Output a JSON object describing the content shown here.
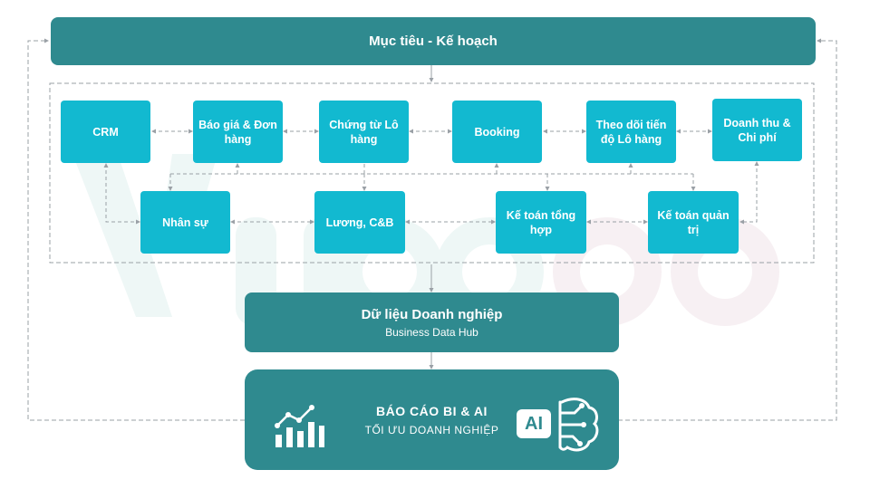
{
  "goals": {
    "label": "Mục tiêu - Kế hoạch"
  },
  "modules": {
    "crm": "CRM",
    "quote": "Báo giá & Đơn hàng",
    "vouchers": "Chứng từ Lô hàng",
    "booking": "Booking",
    "tracking": "Theo dõi tiến độ Lô hàng",
    "revenue": "Doanh thu & Chi phí",
    "hr": "Nhân sự",
    "payroll": "Lương, C&B",
    "gl": "Kế toán tổng hợp",
    "mgmt": "Kế toán quản trị"
  },
  "hub": {
    "title": "Dữ liệu Doanh nghiệp",
    "subtitle": "Business Data Hub"
  },
  "report": {
    "title": "BÁO CÁO BI & AI",
    "subtitle": "TỐI ƯU DOANH NGHIỆP",
    "ai_badge": "AI"
  },
  "icons": {
    "chart": "bar-chart-trend-icon",
    "ai": "ai-brain-icon"
  },
  "colors": {
    "primary": "#2f8a8f",
    "module": "#12b9d0",
    "connector": "#9aa0a6",
    "watermark": "#eef6f5"
  }
}
